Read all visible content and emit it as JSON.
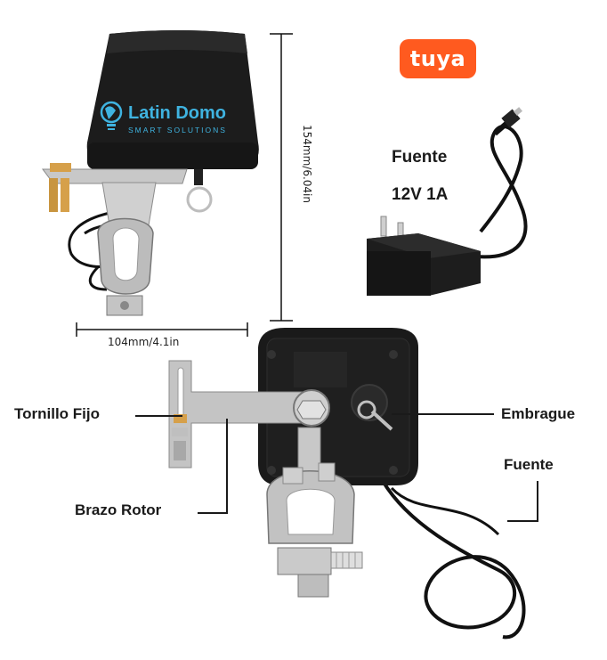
{
  "brand": {
    "name": "Latin Domo",
    "tagline": "SMART SOLUTIONS"
  },
  "logo": {
    "text": "tuya",
    "color": "#ff5a1f"
  },
  "dimensions": {
    "height": "154mm/6.04in",
    "width": "104mm/4.1in"
  },
  "power_supply": {
    "line1": "Fuente",
    "line2": "12V 1A"
  },
  "callouts": {
    "tornillo": "Tornillo Fijo",
    "brazo": "Brazo Rotor",
    "embrague": "Embrague",
    "fuente": "Fuente"
  }
}
